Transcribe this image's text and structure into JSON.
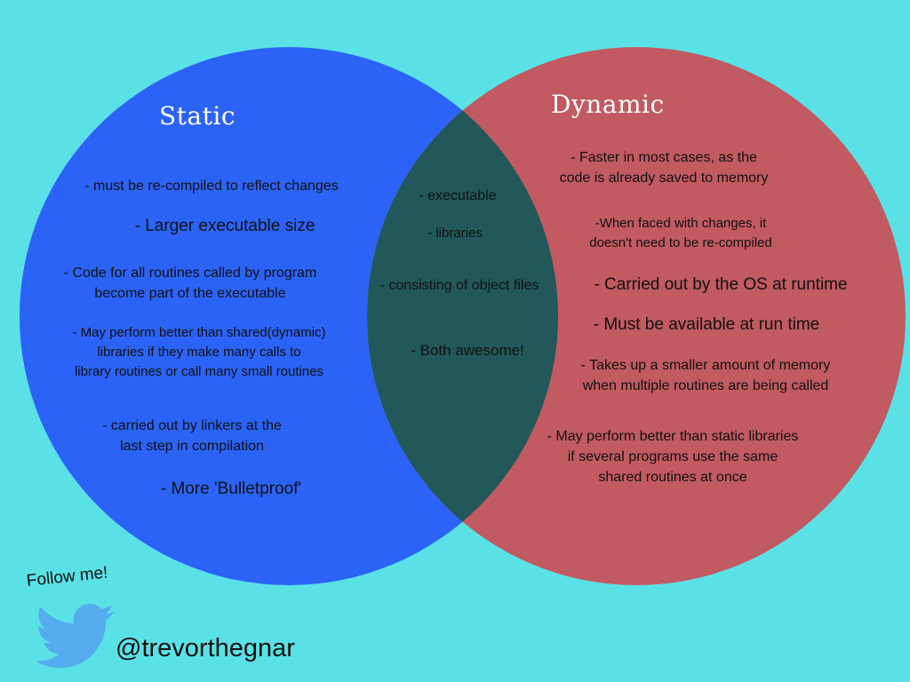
{
  "colors": {
    "background": "#5ae1e6",
    "static_circle": "#2b63f6",
    "dynamic_circle": "#c25a61",
    "overlap": "#22585a",
    "bird": "#55acee"
  },
  "static": {
    "title": "Static",
    "items": [
      "- must be re-compiled to reflect changes",
      "- Larger executable size",
      "- Code for all routines called by program\nbecome part of the executable",
      "- May perform better than shared(dynamic)\nlibraries if they make many calls to\nlibrary routines or call many small routines",
      "- carried out by linkers at the\nlast step in compilation",
      "- More 'Bulletproof'"
    ]
  },
  "both": {
    "items": [
      "- executable",
      "- libraries",
      "- consisting of object files",
      "- Both awesome!"
    ]
  },
  "dynamic": {
    "title": "Dynamic",
    "items": [
      "- Faster in most cases, as the\ncode is already saved to memory",
      "-When faced with changes, it\ndoesn't need to be re-compiled",
      "- Carried out by the OS at runtime",
      "- Must be available at run time",
      "- Takes up a smaller amount of memory\nwhen multiple routines are being called",
      "- May perform better than static libraries\nif several programs use the same\nshared routines at once"
    ]
  },
  "footer": {
    "follow_text": "Follow me!",
    "bird_icon": "twitter-bird-icon",
    "handle": "@trevorthegnar"
  }
}
